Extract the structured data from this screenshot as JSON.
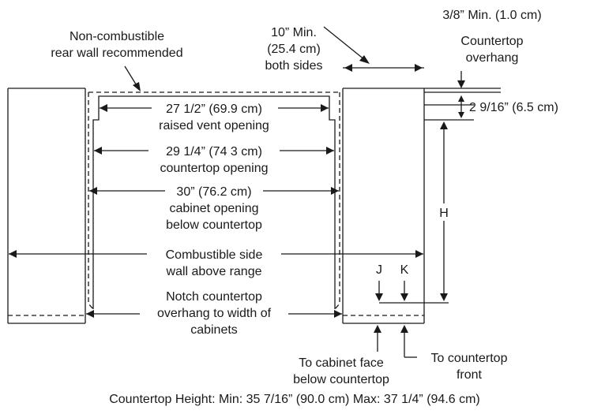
{
  "labels": {
    "rear_wall_l1": "Non-combustible",
    "rear_wall_l2": "rear wall recommended",
    "side_clearance_l1": "10” Min.",
    "side_clearance_l2": "(25.4 cm)",
    "side_clearance_l3": "both sides",
    "overhang_l1": "3/8” Min. (1.0 cm)",
    "overhang_l2": "Countertop",
    "overhang_l3": "overhang",
    "vent_offset": "2 9/16” (6.5 cm)",
    "vent_dim": "27 1/2” (69.9 cm)",
    "vent_caption": "raised vent  opening",
    "counter_dim": "29 1/4” (74 3 cm)",
    "counter_caption": "countertop opening",
    "cabinet_dim": "30” (76.2 cm)",
    "cabinet_caption_l1": "cabinet opening",
    "cabinet_caption_l2": "below countertop",
    "side_wall_l1": "Combustible side",
    "side_wall_l2": "wall above range",
    "notch_l1": "Notch countertop",
    "notch_l2": "overhang to width of",
    "notch_l3": "cabinets",
    "h_label": "H",
    "j_label": "J",
    "k_label": "K",
    "cab_face_l1": "To cabinet face",
    "cab_face_l2": "below countertop",
    "counter_front_l1": "To countertop",
    "counter_front_l2": "front",
    "height_note": "Countertop Height: Min: 35 7/16” (90.0 cm) Max: 37 1/4” (94.6 cm)"
  }
}
